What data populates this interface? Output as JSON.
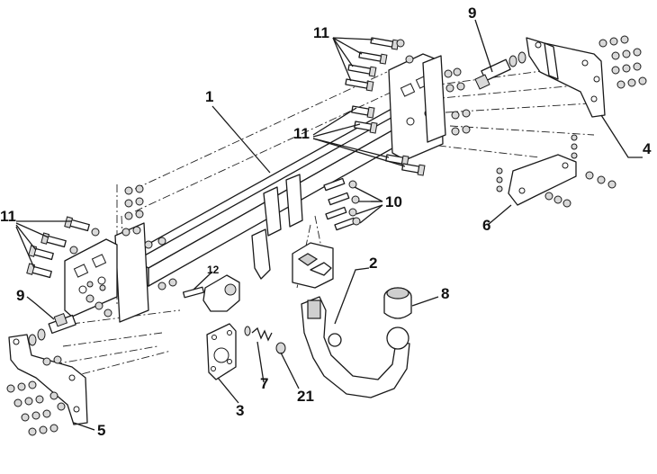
{
  "callouts": {
    "c1": "1",
    "c2": "2",
    "c3": "3",
    "c4": "4",
    "c5": "5",
    "c6": "6",
    "c7": "7",
    "c8": "8",
    "c9_top": "9",
    "c9_left": "9",
    "c10": "10",
    "c11_top": "11",
    "c11_mid": "11",
    "c11_left": "11",
    "c12": "12",
    "c21": "21"
  }
}
